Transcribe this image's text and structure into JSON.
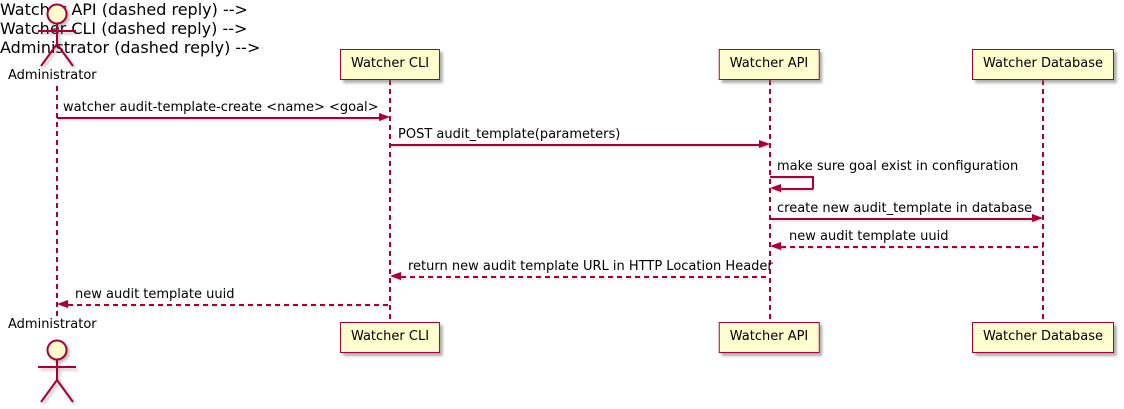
{
  "diagram_type": "uml-sequence-diagram",
  "colors": {
    "participant_fill": "#FEFECE",
    "stroke": "#A80036",
    "text": "#000000",
    "background": "#FFFFFF"
  },
  "participants": {
    "administrator": {
      "label": "Administrator",
      "type": "actor"
    },
    "watcher_cli": {
      "label": "Watcher CLI",
      "type": "participant"
    },
    "watcher_api": {
      "label": "Watcher API",
      "type": "participant"
    },
    "watcher_db": {
      "label": "Watcher Database",
      "type": "participant"
    }
  },
  "messages": [
    {
      "from": "Administrator",
      "to": "Watcher CLI",
      "line": "solid",
      "label": "watcher audit-template-create <name> <goal>"
    },
    {
      "from": "Watcher CLI",
      "to": "Watcher API",
      "line": "solid",
      "label": "POST audit_template(parameters)"
    },
    {
      "from": "Watcher API",
      "to": "Watcher API",
      "line": "self",
      "label": "make sure goal exist in configuration"
    },
    {
      "from": "Watcher API",
      "to": "Watcher Database",
      "line": "solid",
      "label": "create new audit_template in database"
    },
    {
      "from": "Watcher Database",
      "to": "Watcher API",
      "line": "dashed",
      "label": "new audit template uuid"
    },
    {
      "from": "Watcher API",
      "to": "Watcher CLI",
      "line": "dashed",
      "label": "return new audit template URL in HTTP Location Header"
    },
    {
      "from": "Watcher CLI",
      "to": "Administrator",
      "line": "dashed",
      "label": "new audit template uuid"
    }
  ]
}
